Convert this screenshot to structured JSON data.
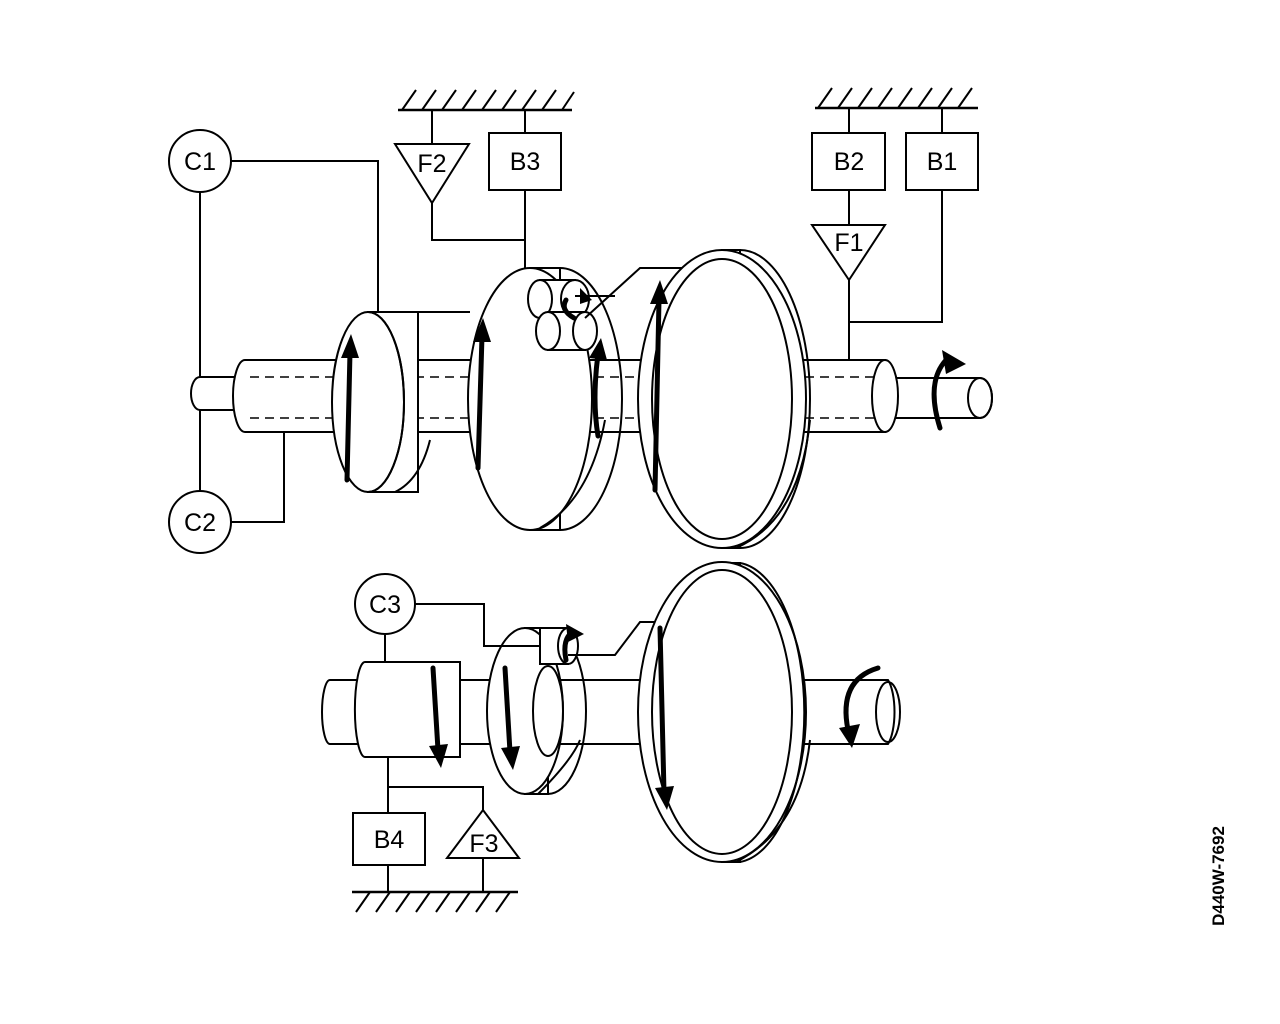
{
  "components": {
    "c1": "C1",
    "c2": "C2",
    "c3": "C3",
    "b1": "B1",
    "b2": "B2",
    "b3": "B3",
    "b4": "B4",
    "f1": "F1",
    "f2": "F2",
    "f3": "F3"
  },
  "figure_code": "D440W-7692"
}
